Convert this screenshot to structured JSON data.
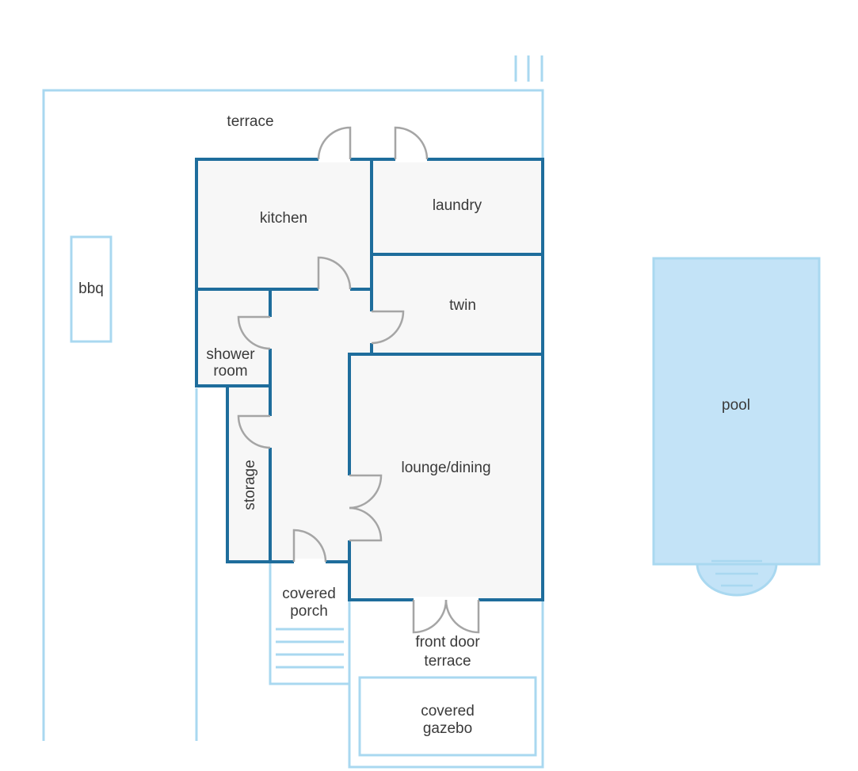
{
  "rooms": {
    "terrace": "terrace",
    "kitchen": "kitchen",
    "laundry": "laundry",
    "bbq": "bbq",
    "twin": "twin",
    "shower_room_line1": "shower",
    "shower_room_line2": "room",
    "pool": "pool",
    "storage": "storage",
    "lounge_dining": "lounge/dining",
    "covered_porch_line1": "covered",
    "covered_porch_line2": "porch",
    "front_door_terrace_line1": "front door",
    "front_door_terrace_line2": "terrace",
    "covered_gazebo_line1": "covered",
    "covered_gazebo_line2": "gazebo"
  },
  "colors": {
    "wall": "#1e6d9c",
    "outline": "#a9d8f0",
    "pool_fill": "#c3e3f7",
    "room_fill": "#f7f7f7",
    "door": "#a5a5a5"
  }
}
